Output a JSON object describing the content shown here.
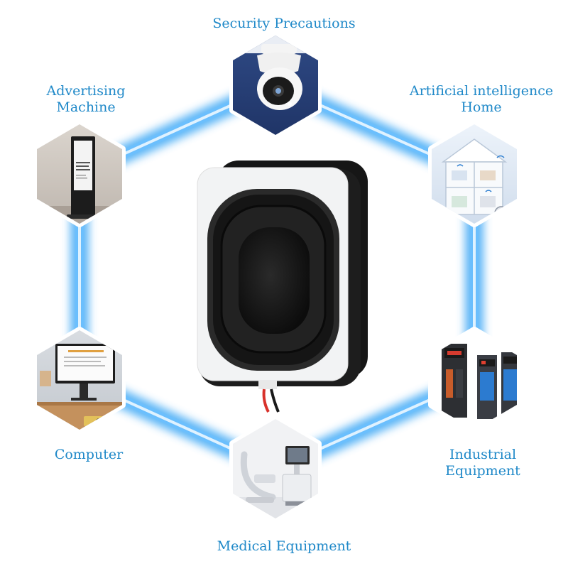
{
  "labels": {
    "security": "Security Precautions",
    "advertising_line1": "Advertising",
    "advertising_line2": "Machine",
    "ai_line1": "Artificial intelligence",
    "ai_line2": "Home",
    "computer": "Computer",
    "industrial_line1": "Industrial",
    "industrial_line2": "Equipment",
    "medical": "Medical Equipment"
  },
  "colors": {
    "label_text": "#1e88c8",
    "connector_glow": "#3fa9f5",
    "connector_core": "#dff2ff",
    "hex_border": "#ffffff"
  },
  "icons": {
    "center": "speaker-icon",
    "security": "dome-camera-icon",
    "advertising": "kiosk-display-icon",
    "ai": "smart-home-icon",
    "computer": "desktop-monitor-icon",
    "industrial": "servo-drive-icon",
    "medical": "medical-device-icon"
  }
}
